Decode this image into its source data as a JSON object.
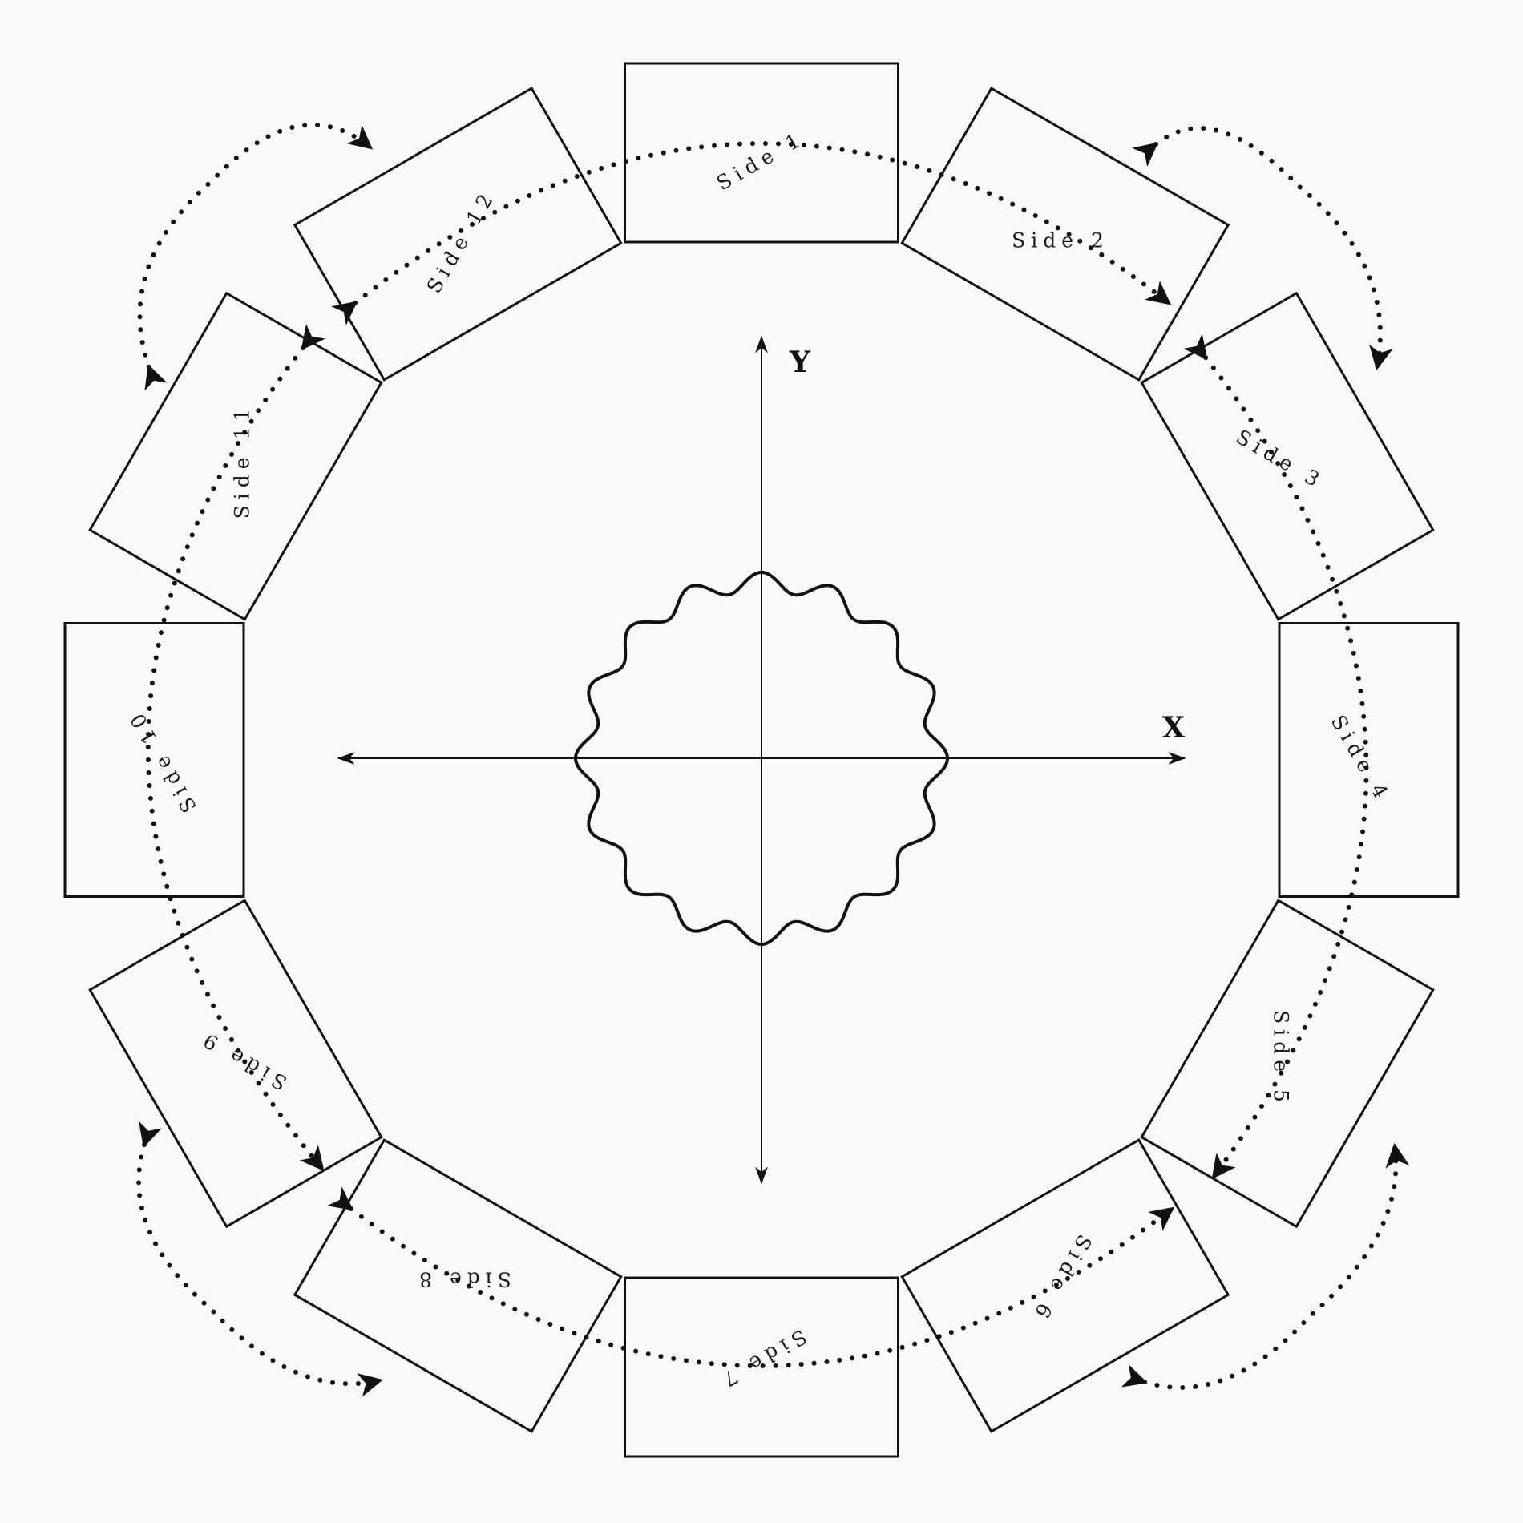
{
  "panels": [
    {
      "label": "Side 1"
    },
    {
      "label": "Side 2"
    },
    {
      "label": "Side 3"
    },
    {
      "label": "Side 4"
    },
    {
      "label": "Side 5"
    },
    {
      "label": "Side 6"
    },
    {
      "label": "Side 7"
    },
    {
      "label": "Side 8"
    },
    {
      "label": "Side 9"
    },
    {
      "label": "Side 10"
    },
    {
      "label": "Side 11"
    },
    {
      "label": "Side 12"
    }
  ],
  "axes": {
    "x_label": "X",
    "y_label": "Y"
  },
  "center_shape": {
    "lobes": 16
  },
  "colors": {
    "stroke": "#111111",
    "background": "#fafafa"
  }
}
